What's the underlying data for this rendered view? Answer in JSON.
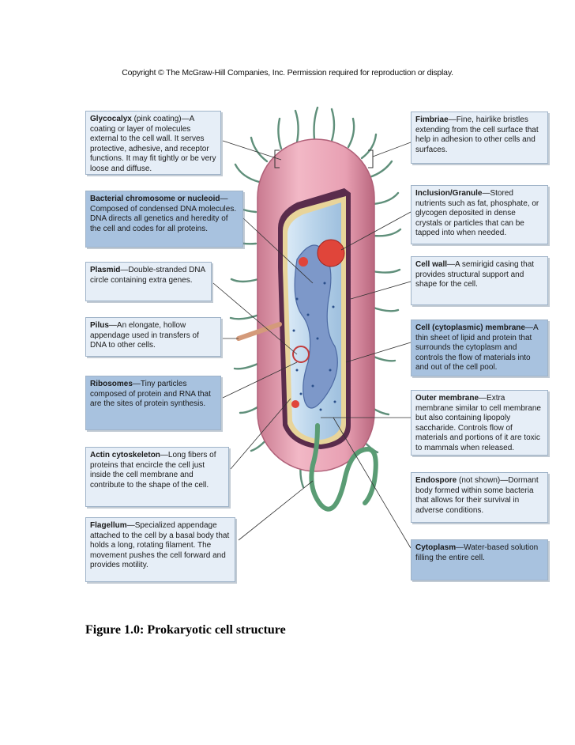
{
  "copyright": "Copyright © The McGraw-Hill Companies, Inc. Permission required for reproduction or display.",
  "labels": [
    {
      "id": "glycocalyx",
      "term": "Glycocalyx",
      "desc": " (pink coating)—A coating or layer of molecules external to the cell wall. It serves protective, adhesive, and receptor functions. It may fit tightly or be very loose and diffuse."
    },
    {
      "id": "chromosome",
      "term": "Bacterial chromosome or nucleoid",
      "desc": "—Composed of condensed DNA molecules. DNA directs all genetics and heredity of the cell and codes for all proteins."
    },
    {
      "id": "plasmid",
      "term": "Plasmid",
      "desc": "—Double-stranded DNA circle containing extra genes."
    },
    {
      "id": "pilus",
      "term": "Pilus",
      "desc": "—An elongate, hollow appendage used in transfers of DNA to other cells."
    },
    {
      "id": "ribosomes",
      "term": "Ribosomes",
      "desc": "—Tiny particles composed of protein and RNA that are the sites of protein synthesis."
    },
    {
      "id": "actin",
      "term": "Actin cytoskeleton",
      "desc": "—Long fibers of proteins that encircle the cell just inside the cell membrane and contribute to the shape of the cell."
    },
    {
      "id": "flagellum",
      "term": "Flagellum",
      "desc": "—Specialized appendage attached to the cell by a basal body that holds a long, rotating filament. The movement pushes the cell forward and provides motility."
    },
    {
      "id": "fimbriae",
      "term": "Fimbriae",
      "desc": "—Fine, hairlike bristles extending from the cell surface that help in adhesion to other cells and surfaces."
    },
    {
      "id": "inclusion",
      "term": "Inclusion/Granule",
      "desc": "—Stored nutrients such as fat, phosphate, or glycogen deposited in dense crystals or particles that can be tapped into when needed."
    },
    {
      "id": "cellwall",
      "term": "Cell wall",
      "desc": "—A semirigid casing that provides structural support and shape for the cell."
    },
    {
      "id": "membrane",
      "term": "Cell (cytoplasmic) membrane",
      "desc": "—A thin sheet of lipid and protein that surrounds the cytoplasm and controls the flow of materials into and out of the cell pool."
    },
    {
      "id": "outer",
      "term": "Outer membrane",
      "desc": "—Extra membrane similar to cell membrane but also containing lipopoly saccharide. Controls flow of materials and portions of it are toxic to mammals when released."
    },
    {
      "id": "endospore",
      "term": "Endospore",
      "desc": " (not shown)—Dormant body formed within some bacteria that allows for their survival in adverse conditions."
    },
    {
      "id": "cytoplasm",
      "term": "Cytoplasm",
      "desc": "—Water-based solution filling the entire cell."
    }
  ],
  "caption": "Figure 1.0: Prokaryotic cell structure",
  "colors": {
    "label_light": "#e6eef7",
    "label_dark": "#a8c2df",
    "glycocalyx": "#e8a3b4",
    "cytoplasm": "#b9d4ea",
    "nucleoid": "#6f8fc4",
    "granule": "#e0453a",
    "flagellum": "#5a9c74"
  }
}
